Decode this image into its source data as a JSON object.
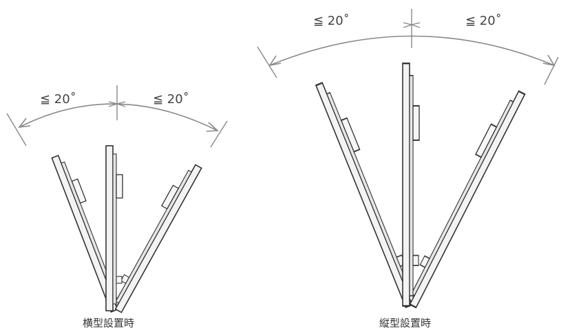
{
  "landscape": {
    "angle_left": "≦ 20˚",
    "angle_right": "≦ 20˚",
    "caption": "横型設置時"
  },
  "portrait": {
    "angle_left": "≦ 20˚",
    "angle_right": "≦ 20˚",
    "caption": "縦型設置時"
  }
}
